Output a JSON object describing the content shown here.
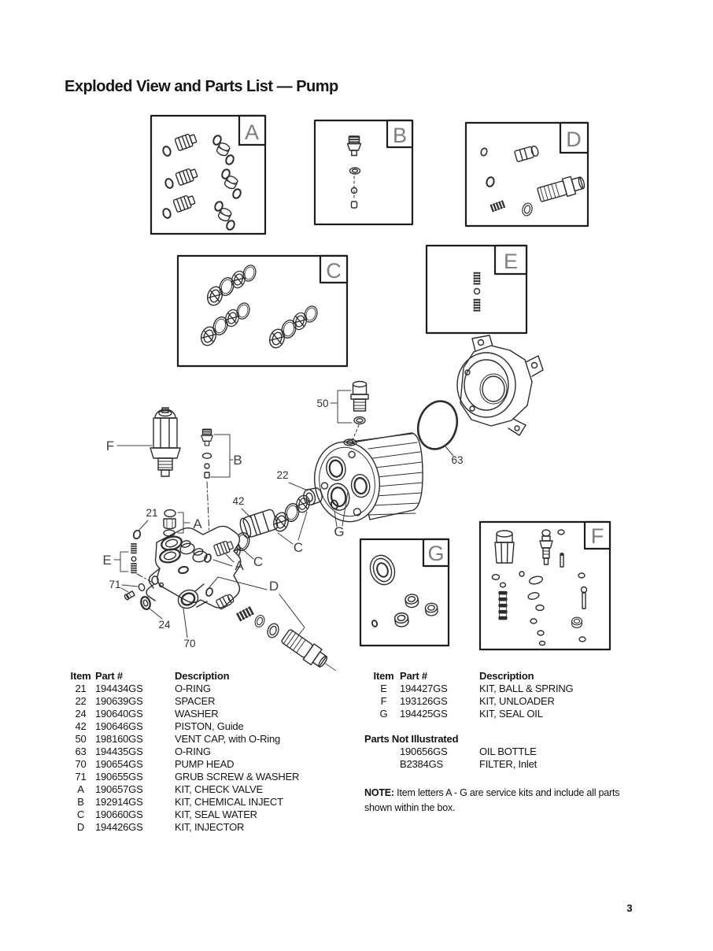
{
  "page": {
    "title": "Exploded View and Parts List — Pump",
    "page_number": "3"
  },
  "table_headers": {
    "item": "Item",
    "part": "Part #",
    "description": "Description"
  },
  "parts_left": {
    "rows": [
      {
        "item": "21",
        "part": "194434GS",
        "description": "O-RING"
      },
      {
        "item": "22",
        "part": "190639GS",
        "description": "SPACER"
      },
      {
        "item": "24",
        "part": "190640GS",
        "description": "WASHER"
      },
      {
        "item": "42",
        "part": "190646GS",
        "description": "PISTON, Guide"
      },
      {
        "item": "50",
        "part": "198160GS",
        "description": "VENT CAP, with O-Ring"
      },
      {
        "item": "63",
        "part": "194435GS",
        "description": "O-RING"
      },
      {
        "item": "70",
        "part": "190654GS",
        "description": "PUMP HEAD"
      },
      {
        "item": "71",
        "part": "190655GS",
        "description": "GRUB SCREW & WASHER"
      },
      {
        "item": "A",
        "part": "190657GS",
        "description": "KIT, CHECK VALVE"
      },
      {
        "item": "B",
        "part": "192914GS",
        "description": "KIT, CHEMICAL INJECT"
      },
      {
        "item": "C",
        "part": "190660GS",
        "description": "KIT, SEAL WATER"
      },
      {
        "item": "D",
        "part": "194426GS",
        "description": "KIT, INJECTOR"
      }
    ]
  },
  "parts_right": {
    "rows": [
      {
        "item": "E",
        "part": "194427GS",
        "description": "KIT, BALL & SPRING"
      },
      {
        "item": "F",
        "part": "193126GS",
        "description": "KIT, UNLOADER"
      },
      {
        "item": "G",
        "part": "194425GS",
        "description": "KIT, SEAL OIL"
      }
    ]
  },
  "parts_not_illustrated": {
    "title": "Parts Not Illustrated",
    "rows": [
      {
        "part": "190656GS",
        "description": "OIL BOTTLE"
      },
      {
        "part": "B2384GS",
        "description": "FILTER, Inlet"
      }
    ]
  },
  "note": {
    "label": "NOTE:",
    "line1": "Item letters A - G are service kits and include all parts",
    "line2": "shown within the box."
  },
  "diagram": {
    "letters": {
      "A": "A",
      "B": "B",
      "C": "C",
      "D": "D",
      "E": "E",
      "F": "F",
      "G": "G"
    },
    "numbers": {
      "n21": "21",
      "n22": "22",
      "n24": "24",
      "n42": "42",
      "n50": "50",
      "n63": "63",
      "n70": "70",
      "n71": "71"
    }
  }
}
